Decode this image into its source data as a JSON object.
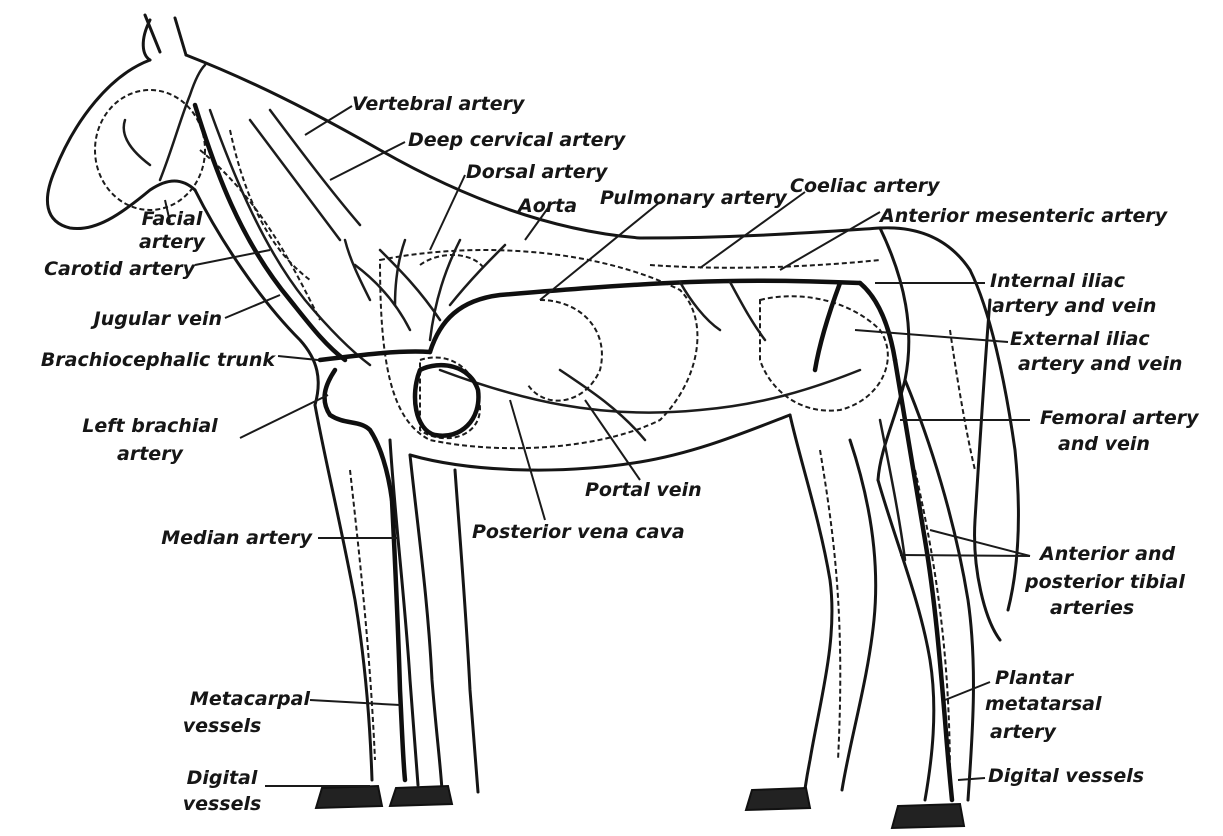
{
  "labels": {
    "vertebral_artery": "Vertebral artery",
    "deep_cervical_artery": "Deep cervical artery",
    "dorsal_artery": "Dorsal artery",
    "aorta": "Aorta",
    "pulmonary_artery": "Pulmonary artery",
    "coeliac_artery": "Coeliac artery",
    "anterior_mesenteric_artery": "Anterior mesenteric artery",
    "facial_artery_1": "Facial",
    "facial_artery_2": "artery",
    "carotid_artery": "Carotid artery",
    "jugular_vein": "Jugular vein",
    "brachiocephalic_trunk": "Brachiocephalic trunk",
    "left_brachial_artery_1": "Left brachial",
    "left_brachial_artery_2": "artery",
    "internal_iliac_1": "Internal iliac",
    "internal_iliac_2": "artery and vein",
    "external_iliac_1": "External iliac",
    "external_iliac_2": "artery and vein",
    "femoral_1": "Femoral artery",
    "femoral_2": "and vein",
    "portal_vein": "Portal vein",
    "posterior_vena_cava": "Posterior vena cava",
    "median_artery": "Median artery",
    "tibial_1": "Anterior and",
    "tibial_2": "posterior tibial",
    "tibial_3": "arteries",
    "plantar_1": "Plantar",
    "plantar_2": "metatarsal",
    "plantar_3": "artery",
    "metacarpal_1": "Metacarpal",
    "metacarpal_2": "vessels",
    "digital_left_1": "Digital",
    "digital_left_2": "vessels",
    "digital_right": "Digital vessels"
  }
}
